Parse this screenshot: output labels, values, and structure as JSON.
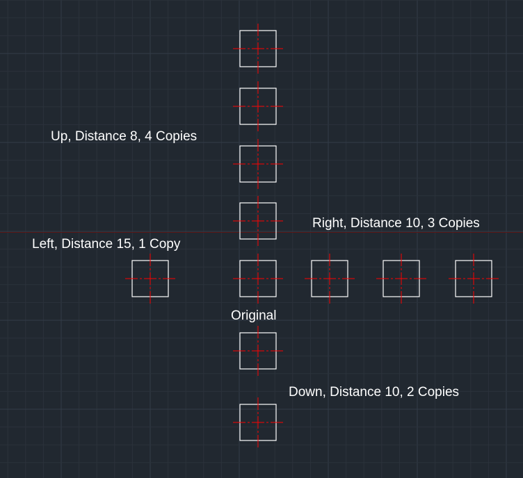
{
  "labels": {
    "up": "Up, Distance 8, 4 Copies",
    "right": "Right, Distance 10, 3 Copies",
    "left": "Left, Distance 15, 1 Copy",
    "original": "Original",
    "down": "Down, Distance 10, 2 Copies"
  },
  "colors": {
    "background": "#212830",
    "grid_minor": "#2b323b",
    "grid_major": "#333c48",
    "geometry": "#ffffff",
    "centerline": "#ff0000",
    "ucs_axis": "#5a1616"
  }
}
